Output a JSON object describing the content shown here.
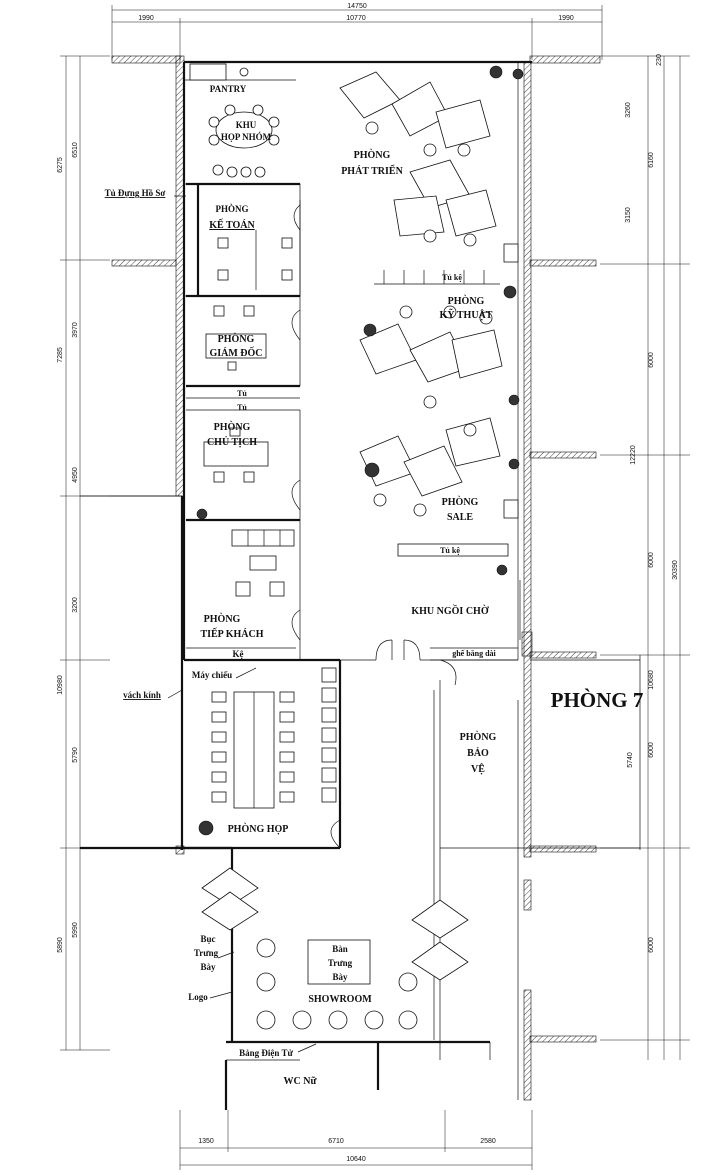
{
  "dimensions": {
    "top_total": "14750",
    "top_left": "1990",
    "top_mid": "10770",
    "top_right": "1990",
    "bottom_left": "1350",
    "bottom_mid": "6710",
    "bottom_right": "2580",
    "bottom_total": "10640",
    "left_6275": "6275",
    "left_6510": "6510",
    "left_7285": "7285",
    "left_3970": "3970",
    "left_4950": "4950",
    "left_10980": "10980",
    "left_3200": "3200",
    "left_5790": "5790",
    "left_5890": "5890",
    "left_5990": "5990",
    "right_230": "230",
    "right_3260": "3260",
    "right_6160": "6160",
    "right_3150": "3150",
    "right_6000a": "6000",
    "right_12220": "12220",
    "right_6000b": "6000",
    "right_30390": "30390",
    "right_10680": "10680",
    "right_5740": "5740",
    "right_6000c": "6000",
    "right_6000d": "6000"
  },
  "rooms": {
    "pantry": "PANTRY",
    "khu_hop_nhom_1": "KHU",
    "khu_hop_nhom_2": "HỌP NHÓM",
    "phat_trien_1": "PHÒNG",
    "phat_trien_2": "PHÁT TRIỂN",
    "tu_dung_ho_so": "Tủ Đựng Hồ Sơ",
    "ke_toan_1": "PHÒNG",
    "ke_toan_2": "KẾ TOÁN",
    "tu_ke_1": "Tủ kệ",
    "ky_thuat_1": "PHÒNG",
    "ky_thuat_2": "KỸ THUẬT",
    "giam_doc_1": "PHÒNG",
    "giam_doc_2": "GIÁM ĐỐC",
    "tu_1": "Tủ",
    "tu_2": "Tủ",
    "chu_tich_1": "PHÒNG",
    "chu_tich_2": "CHỦ TỊCH",
    "sale_1": "PHÒNG",
    "sale_2": "SALE",
    "tu_ke_2": "Tủ kệ",
    "khu_ngoi_cho": "KHU NGỒI CHỜ",
    "tiep_khach_1": "PHÒNG",
    "tiep_khach_2": "TIẾP KHÁCH",
    "ke": "Kệ",
    "ghe_bang_dai": "ghế băng dài",
    "may_chieu": "Máy chiếu",
    "vach_kinh": "vách kính",
    "phong_7": "PHÒNG 7",
    "bao_ve_1": "PHÒNG",
    "bao_ve_2": "BẢO",
    "bao_ve_3": "VỆ",
    "phong_hop": "PHÒNG HỌP",
    "buc_1": "Bục",
    "buc_2": "Trưng",
    "buc_3": "Bày",
    "ban_1": "Bàn",
    "ban_2": "Trưng",
    "ban_3": "Bày",
    "logo": "Logo",
    "showroom": "SHOWROOM",
    "bang_dien_tu": "Bảng Điện Tử",
    "wc_nu": "WC Nữ"
  }
}
